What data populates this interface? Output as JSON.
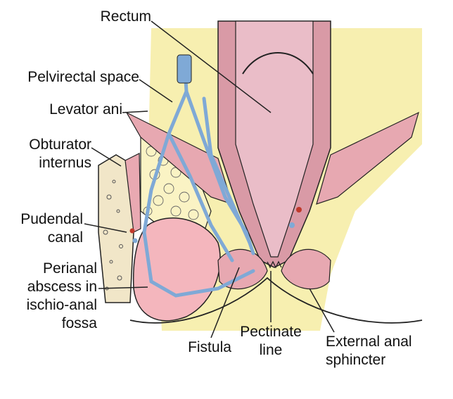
{
  "labels": {
    "rectum": "Rectum",
    "pelvirectal_space": "Pelvirectal space",
    "levator_ani": "Levator ani",
    "obturator_internus_1": "Obturator",
    "obturator_internus_2": "internus",
    "pudendal_canal_1": "Pudendal",
    "pudendal_canal_2": "canal",
    "perianal_abscess_1": "Perianal",
    "perianal_abscess_2": "abscess in",
    "perianal_abscess_3": "ischio-anal",
    "perianal_abscess_4": "fossa",
    "fistula": "Fistula",
    "pectinate_line_1": "Pectinate",
    "pectinate_line_2": "line",
    "external_anal_sphincter_1": "External anal",
    "external_anal_sphincter_2": "sphincter"
  },
  "colors": {
    "fat_yellow": "#f7efb0",
    "rectal_mucosa": "#eabdc8",
    "rectal_wall": "#d99aa6",
    "abscess": "#f4b6bd",
    "fistula_tract": "#7fa9d6",
    "bone": "#f1e6c8",
    "line": "#222222"
  }
}
